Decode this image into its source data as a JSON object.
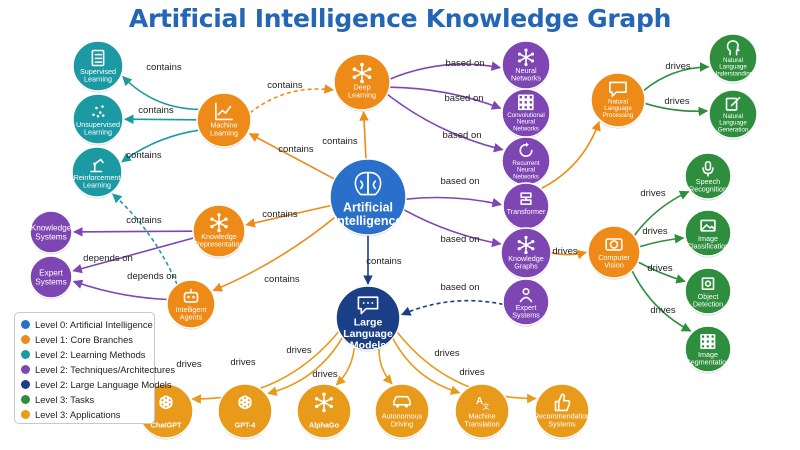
{
  "title": "Artificial Intelligence Knowledge Graph",
  "colors": {
    "level0": "#2a6fc9",
    "level1": "#ee8a18",
    "level2_methods": "#1c9aa3",
    "level2_techniques": "#7e46b2",
    "level2_llm": "#1a3f86",
    "level3_tasks": "#2f8e3e",
    "level3_apps": "#e89a1a"
  },
  "nodes": [
    {
      "id": "ai",
      "label": [
        "Artificial",
        "Intelligence"
      ],
      "level": "level0",
      "icon": "brain-icon"
    },
    {
      "id": "ml",
      "label": [
        "Machine",
        "Learning"
      ],
      "level": "level1",
      "icon": "chart-icon"
    },
    {
      "id": "dl",
      "label": [
        "Deep",
        "Learning"
      ],
      "level": "level1",
      "icon": "network-icon"
    },
    {
      "id": "nlp",
      "label": [
        "Natural",
        "Language",
        "Processing"
      ],
      "level": "level1",
      "icon": "speech-bubble-icon"
    },
    {
      "id": "cv",
      "label": [
        "Computer",
        "Vision"
      ],
      "level": "level1",
      "icon": "camera-icon"
    },
    {
      "id": "kr",
      "label": [
        "Knowledge",
        "Representation"
      ],
      "level": "level1",
      "icon": "network-icon"
    },
    {
      "id": "agents",
      "label": [
        "Intelligent",
        "Agents"
      ],
      "level": "level1",
      "icon": "robot-icon"
    },
    {
      "id": "sup",
      "label": [
        "Supervised",
        "Learning"
      ],
      "level": "level2_methods",
      "icon": "checklist-icon"
    },
    {
      "id": "unsup",
      "label": [
        "Unsupervised",
        "Learning"
      ],
      "level": "level2_methods",
      "icon": "scatter-icon"
    },
    {
      "id": "rl",
      "label": [
        "Reinforcement",
        "Learning"
      ],
      "level": "level2_methods",
      "icon": "robot-arm-icon"
    },
    {
      "id": "nn",
      "label": [
        "Neural",
        "Networks"
      ],
      "level": "level2_techniques",
      "icon": "network-icon"
    },
    {
      "id": "cnn",
      "label": [
        "Convolutional",
        "Neural",
        "Networks"
      ],
      "level": "level2_techniques",
      "icon": "grid-icon"
    },
    {
      "id": "rnn",
      "label": [
        "Recurrent",
        "Neural",
        "Networks"
      ],
      "level": "level2_techniques",
      "icon": "cycle-icon"
    },
    {
      "id": "transformer",
      "label": [
        "Transformer"
      ],
      "level": "level2_techniques",
      "icon": "layers-icon"
    },
    {
      "id": "kg",
      "label": [
        "Knowledge",
        "Graphs"
      ],
      "level": "level2_techniques",
      "icon": "graph-icon"
    },
    {
      "id": "es1",
      "label": [
        "Expert",
        "Systems"
      ],
      "level": "level2_techniques",
      "icon": "person-icon"
    },
    {
      "id": "ks",
      "label": [
        "Knowledge",
        "Systems"
      ],
      "level": "level2_techniques",
      "icon": ""
    },
    {
      "id": "es2",
      "label": [
        "Expert",
        "Systems"
      ],
      "level": "level2_techniques",
      "icon": ""
    },
    {
      "id": "llm",
      "label": [
        "Large",
        "Language",
        "Models"
      ],
      "level": "level2_llm",
      "icon": "chat-icon"
    },
    {
      "id": "nlu",
      "label": [
        "Natural",
        "Language",
        "Understanding"
      ],
      "level": "level3_tasks",
      "icon": "head-icon"
    },
    {
      "id": "nlg",
      "label": [
        "Natural",
        "Language",
        "Generation"
      ],
      "level": "level3_tasks",
      "icon": "pencil-icon"
    },
    {
      "id": "speech",
      "label": [
        "Speech",
        "Recognition"
      ],
      "level": "level3_tasks",
      "icon": "microphone-icon"
    },
    {
      "id": "imgcls",
      "label": [
        "Image",
        "Classification"
      ],
      "level": "level3_tasks",
      "icon": "image-icon"
    },
    {
      "id": "objdet",
      "label": [
        "Object",
        "Detection"
      ],
      "level": "level3_tasks",
      "icon": "target-icon"
    },
    {
      "id": "imgseg",
      "label": [
        "Image",
        "Segmentation"
      ],
      "level": "level3_tasks",
      "icon": "grid-icon"
    },
    {
      "id": "chatgpt",
      "label": [
        "ChatGPT"
      ],
      "level": "level3_apps",
      "icon": "openai-icon"
    },
    {
      "id": "gpt4",
      "label": [
        "GPT-4"
      ],
      "level": "level3_apps",
      "icon": "openai-icon"
    },
    {
      "id": "alphago",
      "label": [
        "AlphaGo"
      ],
      "level": "level3_apps",
      "icon": "nodes-icon"
    },
    {
      "id": "auto",
      "label": [
        "Autonomous",
        "Driving"
      ],
      "level": "level3_apps",
      "icon": "car-icon"
    },
    {
      "id": "mt",
      "label": [
        "Machine",
        "Translation"
      ],
      "level": "level3_apps",
      "icon": "translate-icon"
    },
    {
      "id": "rec",
      "label": [
        "Recommendation",
        "Systems"
      ],
      "level": "level3_apps",
      "icon": "thumbs-up-icon"
    }
  ],
  "edges": [
    {
      "from": "ml",
      "to": "sup",
      "label": "contains"
    },
    {
      "from": "ml",
      "to": "unsup",
      "label": "contains"
    },
    {
      "from": "ml",
      "to": "rl",
      "label": "contains"
    },
    {
      "from": "ml",
      "to": "dl",
      "label": "contains",
      "dashed": true
    },
    {
      "from": "ai",
      "to": "ml",
      "label": "contains"
    },
    {
      "from": "ai",
      "to": "dl",
      "label": "contains"
    },
    {
      "from": "dl",
      "to": "nn",
      "label": "based on"
    },
    {
      "from": "dl",
      "to": "cnn",
      "label": "based on"
    },
    {
      "from": "dl",
      "to": "rnn",
      "label": "based on"
    },
    {
      "from": "ai",
      "to": "transformer",
      "label": "based on"
    },
    {
      "from": "transformer",
      "to": "nlp",
      "label": ""
    },
    {
      "from": "nlp",
      "to": "nlu",
      "label": "drives"
    },
    {
      "from": "nlp",
      "to": "nlg",
      "label": "drives"
    },
    {
      "from": "ai",
      "to": "kg",
      "label": "based on"
    },
    {
      "from": "kg",
      "to": "cv",
      "label": "drives"
    },
    {
      "from": "cv",
      "to": "speech",
      "label": "drives"
    },
    {
      "from": "cv",
      "to": "imgcls",
      "label": "drives"
    },
    {
      "from": "cv",
      "to": "objdet",
      "label": "drives"
    },
    {
      "from": "cv",
      "to": "imgseg",
      "label": "drives"
    },
    {
      "from": "ai",
      "to": "kr",
      "label": "contains"
    },
    {
      "from": "kr",
      "to": "ks",
      "label": "contains"
    },
    {
      "from": "kr",
      "to": "es2",
      "label": "depends on"
    },
    {
      "from": "agents",
      "to": "es2",
      "label": "depends on"
    },
    {
      "from": "agents",
      "to": "rl",
      "label": "",
      "dashed": true
    },
    {
      "from": "ai",
      "to": "agents",
      "label": "contains"
    },
    {
      "from": "ai",
      "to": "llm",
      "label": "contains"
    },
    {
      "from": "es1",
      "to": "llm",
      "label": "based on",
      "dashed": true
    },
    {
      "from": "llm",
      "to": "chatgpt",
      "label": "drives"
    },
    {
      "from": "llm",
      "to": "gpt4",
      "label": "drives"
    },
    {
      "from": "llm",
      "to": "alphago",
      "label": "drives"
    },
    {
      "from": "llm",
      "to": "auto",
      "label": "drives"
    },
    {
      "from": "llm",
      "to": "mt",
      "label": "drives"
    },
    {
      "from": "llm",
      "to": "rec",
      "label": "drives"
    }
  ],
  "legend": [
    {
      "label": "Level 0: Artificial Intelligence",
      "color": "#2a6fc9"
    },
    {
      "label": "Level 1: Core Branches",
      "color": "#ee8a18"
    },
    {
      "label": "Level 2: Learning Methods",
      "color": "#1c9aa3"
    },
    {
      "label": "Level 2: Techniques/Architectures",
      "color": "#7e46b2"
    },
    {
      "label": "Level 2: Large Language Models",
      "color": "#1a3f86"
    },
    {
      "label": "Level 3: Tasks",
      "color": "#2f8e3e"
    },
    {
      "label": "Level 3: Applications",
      "color": "#e89a1a"
    }
  ]
}
